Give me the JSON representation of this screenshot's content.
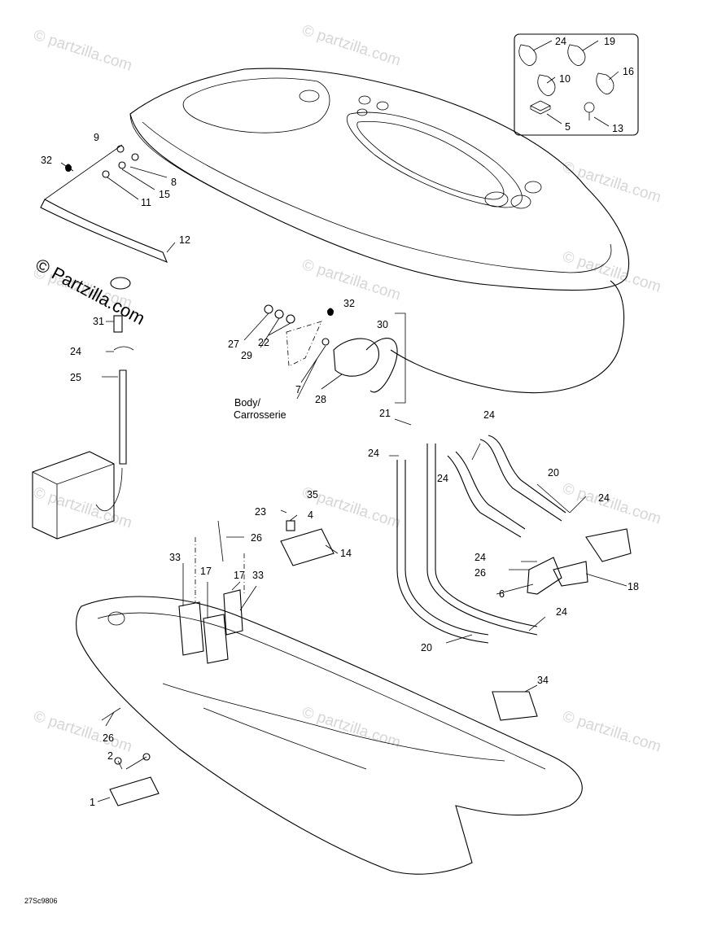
{
  "diagram": {
    "labels": {
      "p1": "1",
      "p2": "2",
      "p4": "4",
      "p5": "5",
      "p6": "6",
      "p7": "7",
      "p8": "8",
      "p9": "9",
      "p10": "10",
      "p11": "11",
      "p12": "12",
      "p13": "13",
      "p14": "14",
      "p15": "15",
      "p16": "16",
      "p17a": "17",
      "p17b": "17",
      "p18": "18",
      "p19": "19",
      "p20a": "20",
      "p20b": "20",
      "p21": "21",
      "p22": "22",
      "p23": "23",
      "p24_inset": "24",
      "p24_a": "24",
      "p24_b": "24",
      "p24_c": "24",
      "p24_d": "24",
      "p24_e": "24",
      "p24_f": "24",
      "p24_g": "24",
      "p25": "25",
      "p26a": "26",
      "p26b": "26",
      "p26c": "26",
      "p27": "27",
      "p28": "28",
      "p29": "29",
      "p30": "30",
      "p31": "31",
      "p32a": "32",
      "p32b": "32",
      "p33a": "33",
      "p33b": "33",
      "p34": "34",
      "p35": "35"
    },
    "body_label_line1": "Body/",
    "body_label_line2": "Carrosserie",
    "drawing_code": "27Sc9806",
    "watermark_main": "© Partzilla.com",
    "watermark_faint": "© partzilla.com"
  }
}
